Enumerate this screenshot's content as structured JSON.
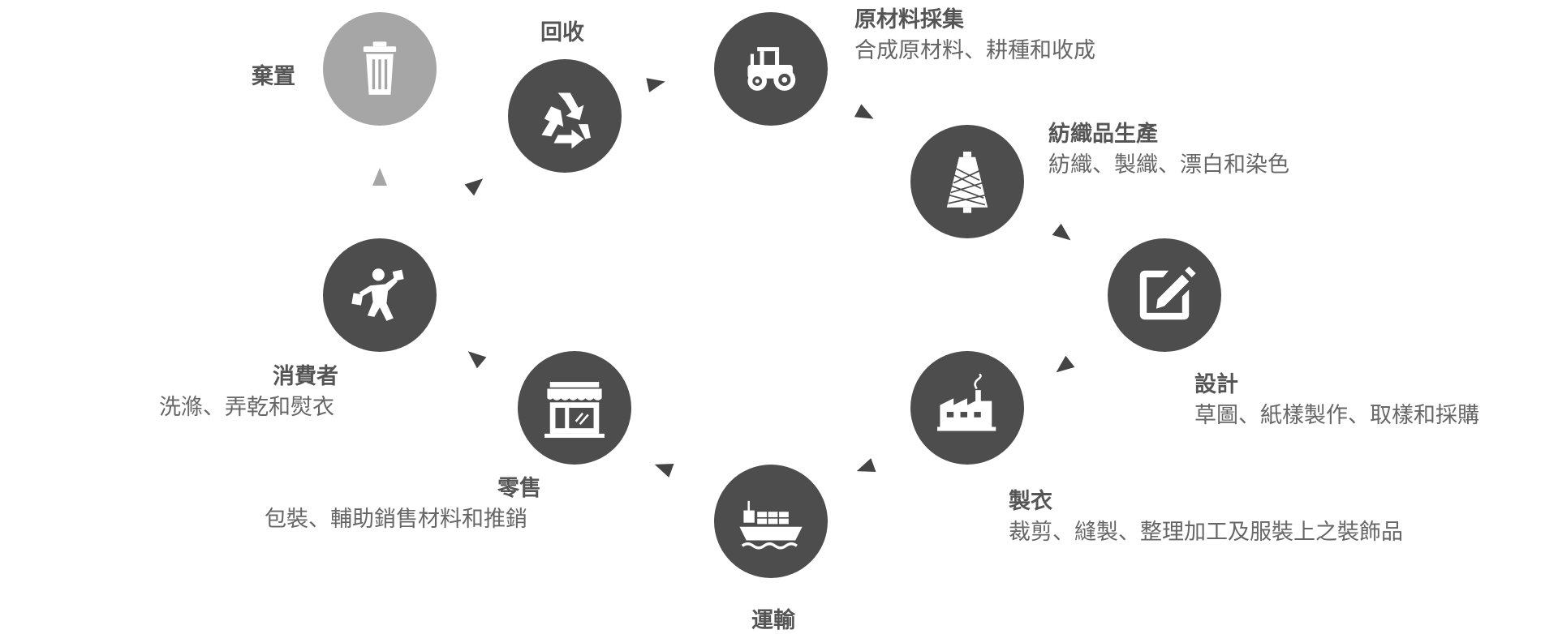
{
  "stages": {
    "raw_material": {
      "title": "原材料採集",
      "desc": "合成原材料、耕種和收成",
      "icon": "tractor-icon"
    },
    "textile": {
      "title": "紡織品生產",
      "desc": "紡織、製織、漂白和染色",
      "icon": "yarn-cone-icon"
    },
    "design": {
      "title": "設計",
      "desc": "草圖、紙樣製作、取樣和採購",
      "icon": "edit-icon"
    },
    "garment": {
      "title": "製衣",
      "desc": "裁剪、縫製、整理加工及服裝上之裝飾品",
      "icon": "factory-icon"
    },
    "transport": {
      "title": "運輸",
      "icon": "cargo-ship-icon"
    },
    "retail": {
      "title": "零售",
      "desc": "包裝、輔助銷售材料和推銷",
      "icon": "storefront-icon"
    },
    "consumer": {
      "title": "消費者",
      "desc": "洗滌、弄乾和熨衣",
      "icon": "shopper-icon"
    },
    "disposal": {
      "title": "棄置",
      "icon": "trash-can-icon"
    },
    "recycle": {
      "title": "回收",
      "icon": "recycle-icon"
    }
  },
  "colors": {
    "node": "#4d4d4d",
    "disposal_node": "#a6a6a6",
    "arrow": "#444444",
    "disposal_arrow": "#a6a6a6"
  }
}
